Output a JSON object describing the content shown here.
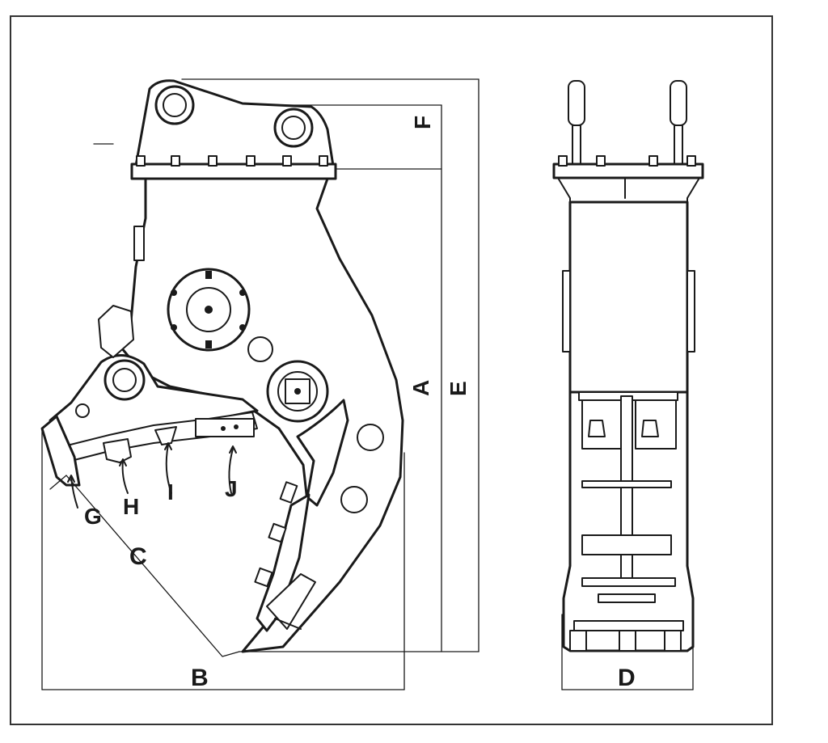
{
  "diagram": {
    "labels": {
      "a": "A",
      "b": "B",
      "c": "C",
      "d": "D",
      "e": "E",
      "f": "F",
      "g": "G",
      "h": "H",
      "i": "I",
      "j": "J"
    },
    "colors": {
      "line": "#1a1a1a",
      "background": "#ffffff",
      "frame": "#333333"
    }
  }
}
